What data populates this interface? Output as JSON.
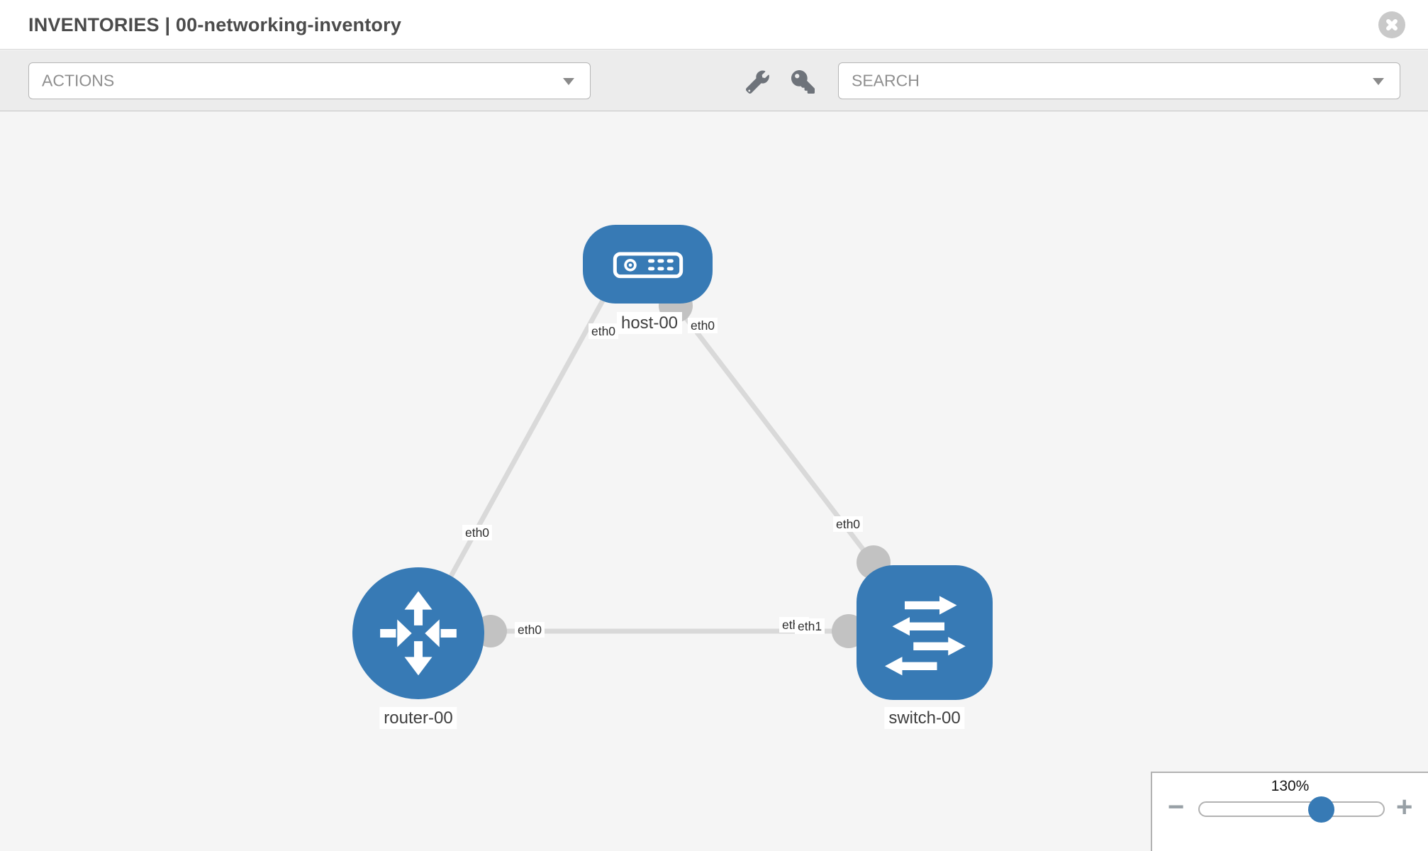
{
  "header": {
    "title": "INVENTORIES | 00-networking-inventory",
    "close_icon": "close-circle-icon"
  },
  "toolbar": {
    "actions_placeholder": "ACTIONS",
    "search_placeholder": "SEARCH",
    "icons": [
      "wrench-icon",
      "key-icon"
    ]
  },
  "topology": {
    "nodes": [
      {
        "id": "host-00",
        "type": "host",
        "label": "host-00",
        "icon": "host-device-icon"
      },
      {
        "id": "router-00",
        "type": "router",
        "label": "router-00",
        "icon": "router-arrows-icon"
      },
      {
        "id": "switch-00",
        "type": "switch",
        "label": "switch-00",
        "icon": "switch-arrows-icon"
      }
    ],
    "links": [
      {
        "from": "host-00",
        "from_interface": "eth0",
        "to": "router-00",
        "to_interface": "eth0"
      },
      {
        "from": "host-00",
        "from_interface": "eth0",
        "to": "switch-00",
        "to_interface": "eth0"
      },
      {
        "from": "router-00",
        "from_interface": "eth0",
        "to": "switch-00",
        "to_interface": "eth1",
        "to_interface_occluded": "eth0"
      }
    ]
  },
  "zoom_control": {
    "value": "130%",
    "percent": 130,
    "minus_label": "−",
    "plus_label": "+"
  },
  "colors": {
    "node_blue": "#377ab5",
    "link_gray": "#d9d9d9",
    "connector_gray": "#c2c2c2",
    "toolbar_gray": "#ececec"
  }
}
